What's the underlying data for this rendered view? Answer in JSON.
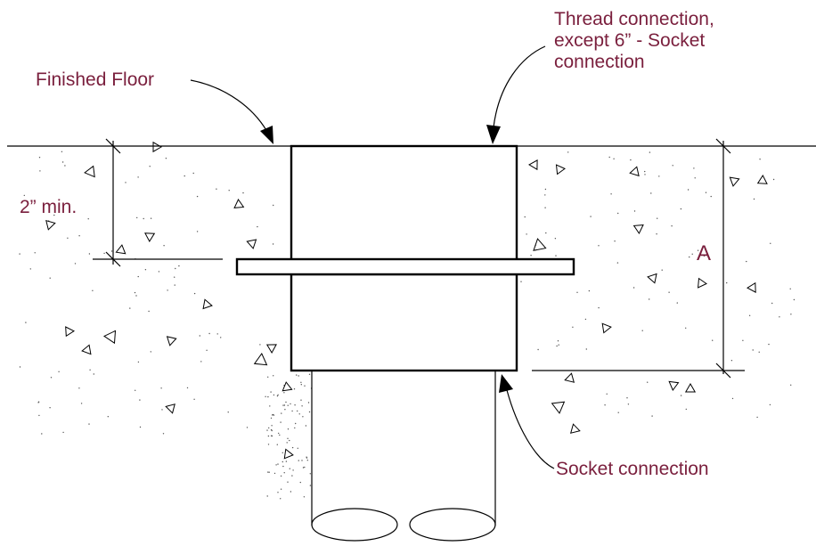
{
  "labels": {
    "finished_floor": "Finished Floor",
    "thread_connection": [
      "Thread connection,",
      "except 6” - Socket",
      "connection"
    ],
    "min_depth": "2” min.",
    "dimension_a": "A",
    "socket_connection": "Socket connection"
  },
  "colors": {
    "label": "#7a1f3d",
    "line": "#000000",
    "background": "#ffffff"
  }
}
